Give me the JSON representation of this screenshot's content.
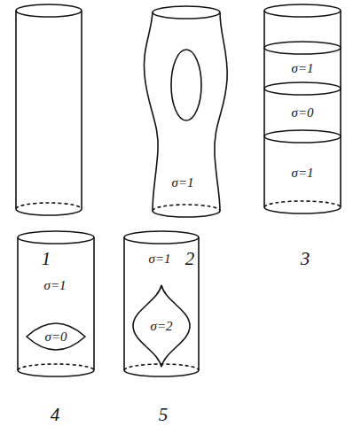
{
  "diagram": {
    "labels": [
      "σ=1",
      "σ=1",
      "σ=0",
      "σ=1",
      "1",
      "2",
      "3",
      "σ=1",
      "σ=0",
      "σ=1",
      "σ=2",
      "4",
      "5"
    ]
  }
}
